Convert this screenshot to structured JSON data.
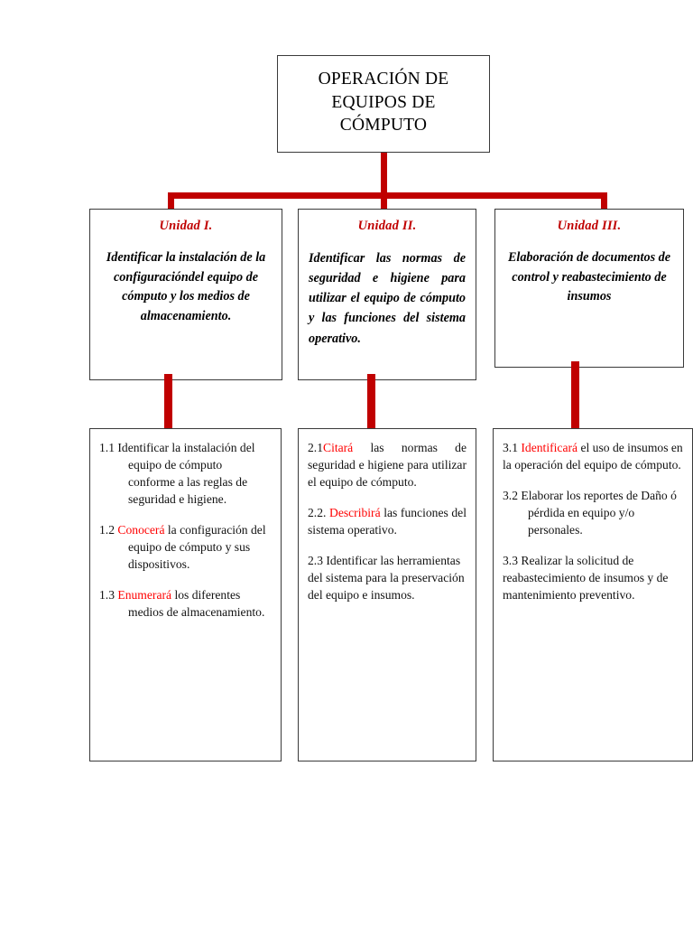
{
  "colors": {
    "connector_red": "#C00000",
    "heading_red": "#C00000",
    "highlight_red": "#FF0000",
    "box_border": "#3A3A3A",
    "text_black": "#000000",
    "background": "#FFFFFF"
  },
  "title_box": {
    "text": "OPERACIÓN DE\nEQUIPOS DE\nCÓMPUTO"
  },
  "units": [
    {
      "heading": "Unidad I.",
      "body": "Identificar la instalación de la configuracióndel equipo de cómputo y los medios de almacenamiento."
    },
    {
      "heading": "Unidad II.",
      "body": "Identificar las normas de seguridad e higiene para utilizar el equipo de cómputo y las funciones del sistema operativo."
    },
    {
      "heading": "Unidad III.",
      "body": "Elaboración de documentos de control y reabastecimiento de insumos"
    }
  ],
  "details": [
    {
      "unit": "1",
      "items": [
        {
          "number": "1.1",
          "highlight": "",
          "text": "Identificar la instalación del equipo de cómputo conforme a las reglas de seguridad e higiene."
        },
        {
          "number": "1.2",
          "highlight": "Conocerá",
          "text": "la configuración del equipo de cómputo y sus dispositivos."
        },
        {
          "number": "1.3",
          "highlight": "Enumerará",
          "text": "los diferentes medios de almacenamiento."
        }
      ]
    },
    {
      "unit": "2",
      "items": [
        {
          "number": "2.1",
          "highlight": "Citará",
          "text": "las normas de seguridad e higiene para utilizar el equipo de cómputo."
        },
        {
          "number": "2.2.",
          "highlight": "Describirá",
          "text": "las funciones del    sistema operativo."
        },
        {
          "number": "2.3",
          "highlight": "",
          "text": "Identificar las herramientas del sistema para la preservación del equipo e insumos."
        }
      ]
    },
    {
      "unit": "3",
      "items": [
        {
          "number": "3.1",
          "highlight": "Identificará",
          "text": "el uso de insumos en la  operación del equipo de cómputo."
        },
        {
          "number": "3.2",
          "highlight": "",
          "text": "Elaborar los reportes de Daño ó pérdida en equipo y/o  personales."
        },
        {
          "number": "3.3",
          "highlight": "",
          "text": "Realizar la solicitud de reabastecimiento de insumos y de mantenimiento preventivo."
        }
      ]
    }
  ]
}
